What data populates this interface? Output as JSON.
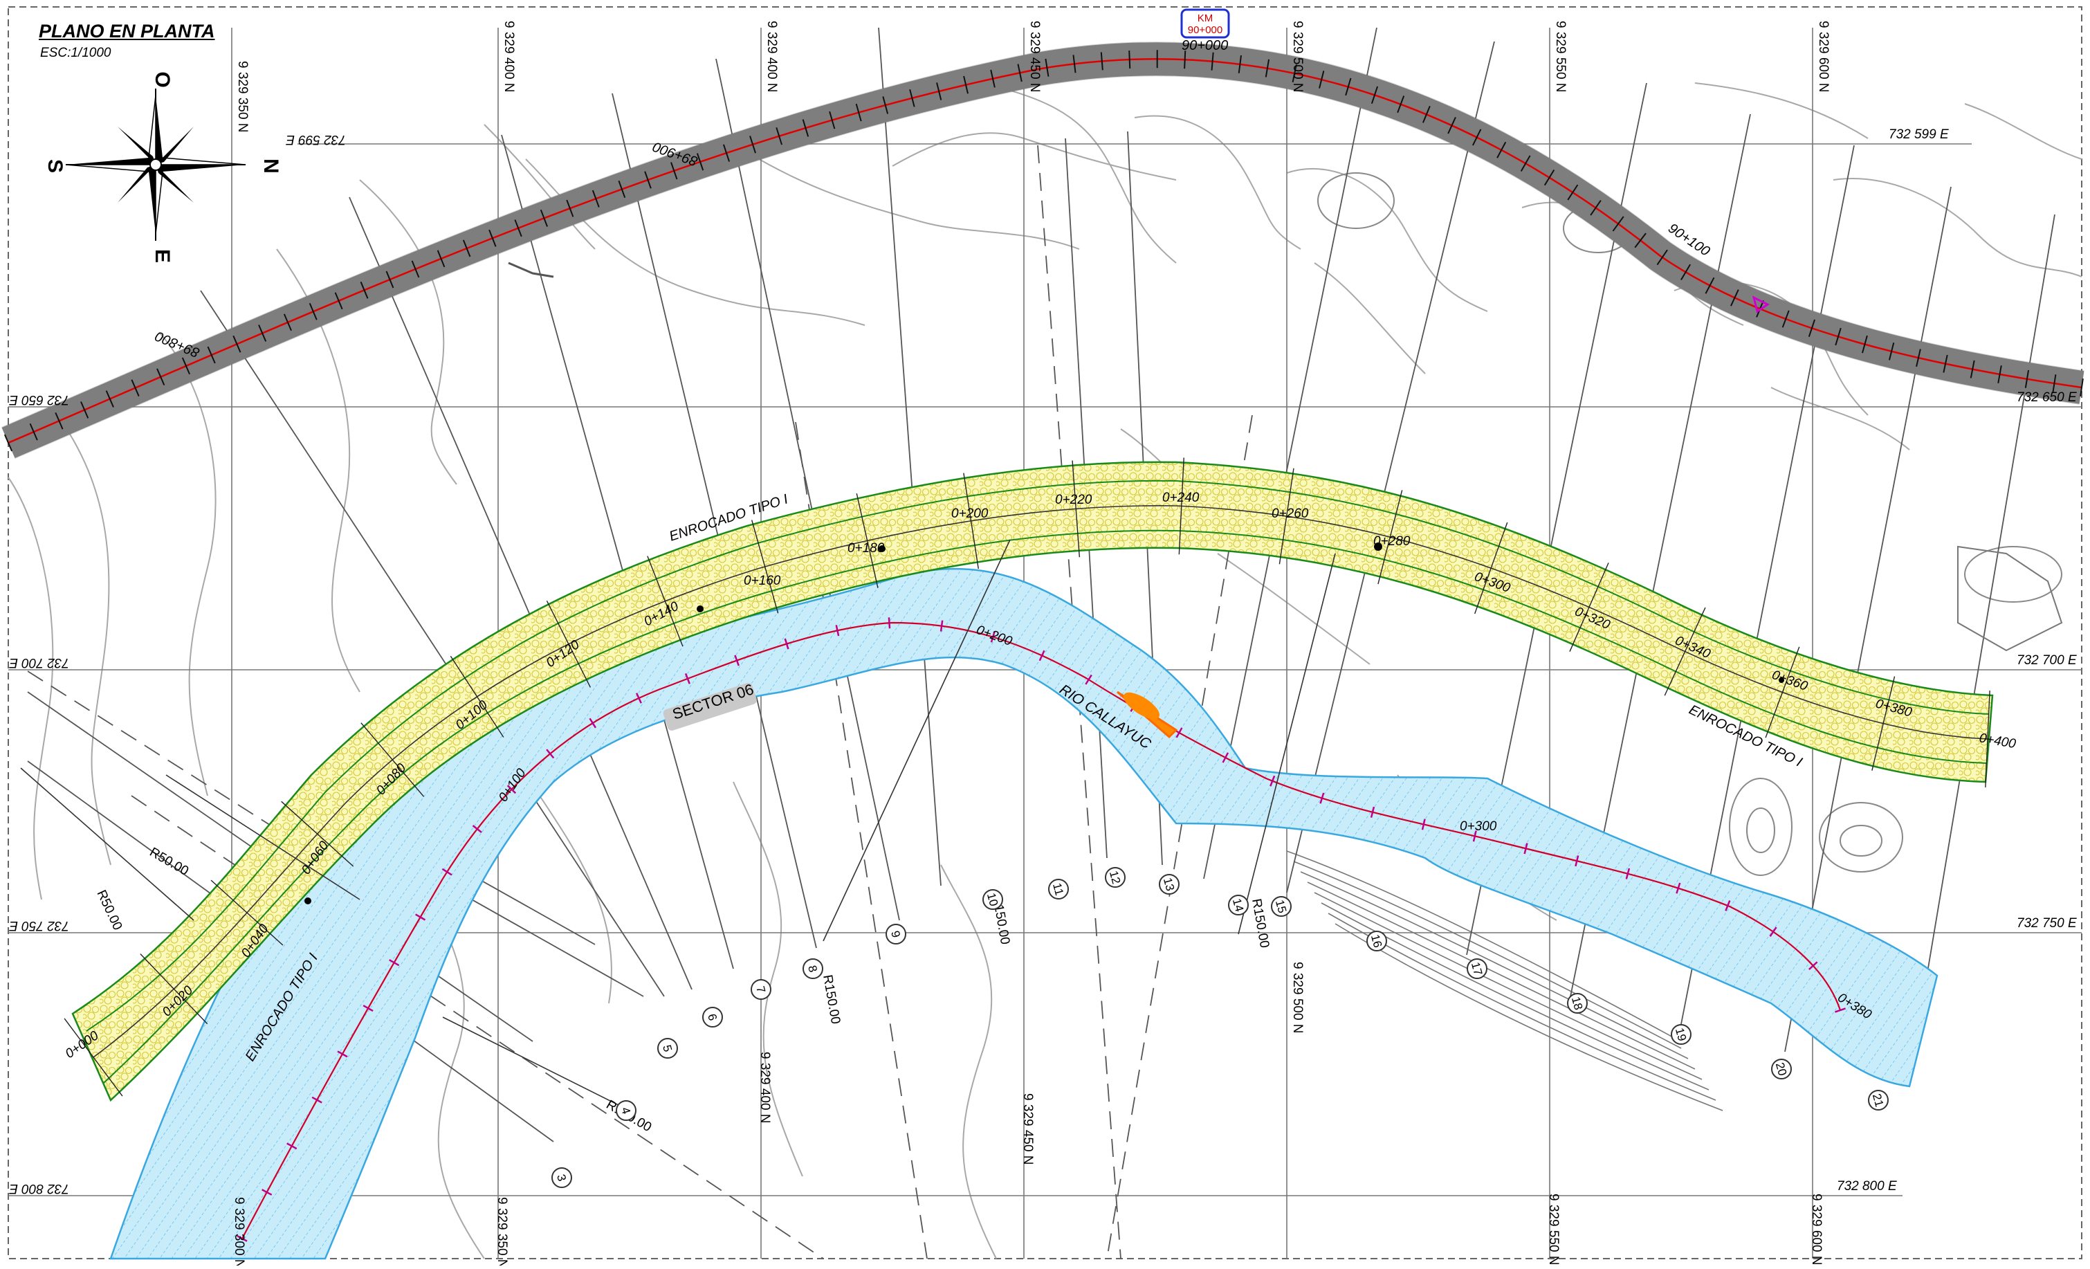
{
  "title": "PLANO EN PLANTA",
  "scale": "ESC:1/1000",
  "compass": {
    "north": "N",
    "south": "S",
    "east": "E",
    "west": "O"
  },
  "km_box": {
    "label": "KM",
    "value": "90+000"
  },
  "grid_north": [
    "9 329 350 N",
    "9 329 400 N",
    "9 329 450 N",
    "9 329 500 N",
    "9 329 550 N",
    "9 329 600 N"
  ],
  "grid_north_extra": "9 329 300 N",
  "grid_east": [
    "732 599 E",
    "732 650 E",
    "732 700 E",
    "732 750 E",
    "732 800 E"
  ],
  "highway_km": [
    "89+800",
    "89+900",
    "90+000",
    "90+100"
  ],
  "channel_stations": [
    "0+000",
    "0+020",
    "0+040",
    "0+060",
    "0+080",
    "0+100",
    "0+120",
    "0+140",
    "0+160",
    "0+180",
    "0+200",
    "0+220",
    "0+240",
    "0+260",
    "0+280",
    "0+300",
    "0+320",
    "0+340",
    "0+360",
    "0+380",
    "0+400"
  ],
  "river_stations": [
    "0+100",
    "0+200",
    "0+300",
    "0+380"
  ],
  "labels": {
    "enrocado_1": "ENROCADO TIPO I",
    "enrocado_2": "ENROCADO TIPO I",
    "enrocado_3": "ENROCADO TIPO I",
    "sector": "SECTOR 06",
    "river": "RIO CALLAYUC"
  },
  "radii": [
    "R50.00",
    "R50.00",
    "R150.00",
    "R150.00",
    "R150.00",
    "R150.00"
  ],
  "sections": [
    "3",
    "4",
    "5",
    "6",
    "7",
    "8",
    "9",
    "10",
    "11",
    "12",
    "13",
    "14",
    "15",
    "16",
    "17",
    "18",
    "19",
    "20",
    "21"
  ],
  "colors": {
    "road": "#8c8c8c",
    "axis": "#e00000",
    "river": "#bfe6f7",
    "river_edge": "#3aa8e0",
    "riprap": "#f8f6a8",
    "riprap_edge": "#1a8a1a",
    "contour": "#9a9a9a",
    "flow": "#ff8a00",
    "km_box": "#1f2fd0"
  }
}
